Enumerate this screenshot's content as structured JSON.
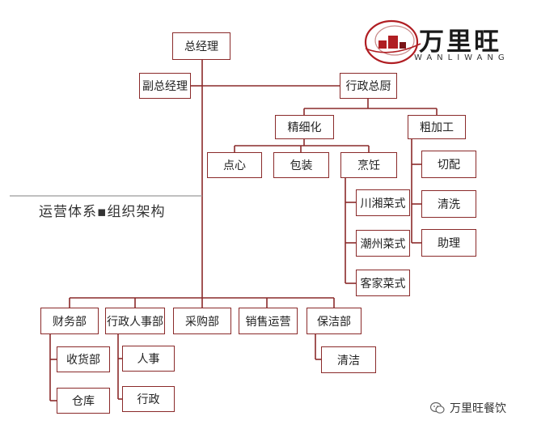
{
  "brand": {
    "name": "万里旺",
    "subtitle": "WANLIWANG"
  },
  "section_title": "运营体系▪组织架构",
  "org": {
    "ceo": "总经理",
    "vice_ceo": "副总经理",
    "exec_chef": "行政总厨",
    "fine_processing": "精细化",
    "rough_processing": "粗加工",
    "dim_sum": "点心",
    "packaging": "包装",
    "cooking": "烹饪",
    "chuan_xiang": "川湘菜式",
    "chaozhou": "潮州菜式",
    "hakka": "客家菜式",
    "cutting": "切配",
    "washing": "清洗",
    "assistant": "助理",
    "finance": "财务部",
    "admin_hr": "行政人事部",
    "purchasing": "采购部",
    "sales": "销售运营",
    "cleaning_dept": "保洁部",
    "receiving": "收货部",
    "warehouse": "仓库",
    "hr": "人事",
    "admin": "行政",
    "cleaning": "清洁"
  },
  "watermark": "万里旺餐饮",
  "colors": {
    "box_border": "#8a2a2a",
    "line": "#8a2a2a",
    "logo_red": "#b01e23"
  }
}
